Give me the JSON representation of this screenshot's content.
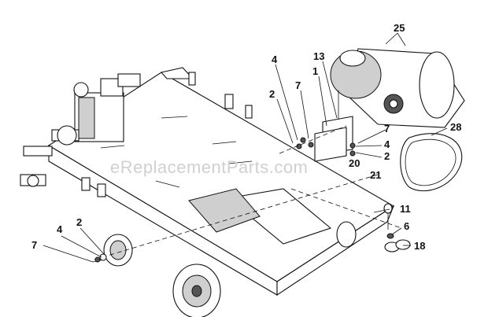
{
  "diagram": {
    "watermark": "eReplacementParts.com",
    "callouts": [
      {
        "id": "c25",
        "text": "25"
      },
      {
        "id": "c13",
        "text": "13"
      },
      {
        "id": "c4a",
        "text": "4"
      },
      {
        "id": "c1",
        "text": "1"
      },
      {
        "id": "c2a",
        "text": "2"
      },
      {
        "id": "c7a",
        "text": "7"
      },
      {
        "id": "c7b",
        "text": "7"
      },
      {
        "id": "c28",
        "text": "28"
      },
      {
        "id": "c4b",
        "text": "4"
      },
      {
        "id": "c2b",
        "text": "2"
      },
      {
        "id": "c20",
        "text": "20"
      },
      {
        "id": "c21",
        "text": "21"
      },
      {
        "id": "c11",
        "text": "11"
      },
      {
        "id": "c6",
        "text": "6"
      },
      {
        "id": "c18",
        "text": "18"
      },
      {
        "id": "c4c",
        "text": "4"
      },
      {
        "id": "c2c",
        "text": "2"
      },
      {
        "id": "c7c",
        "text": "7"
      }
    ]
  }
}
